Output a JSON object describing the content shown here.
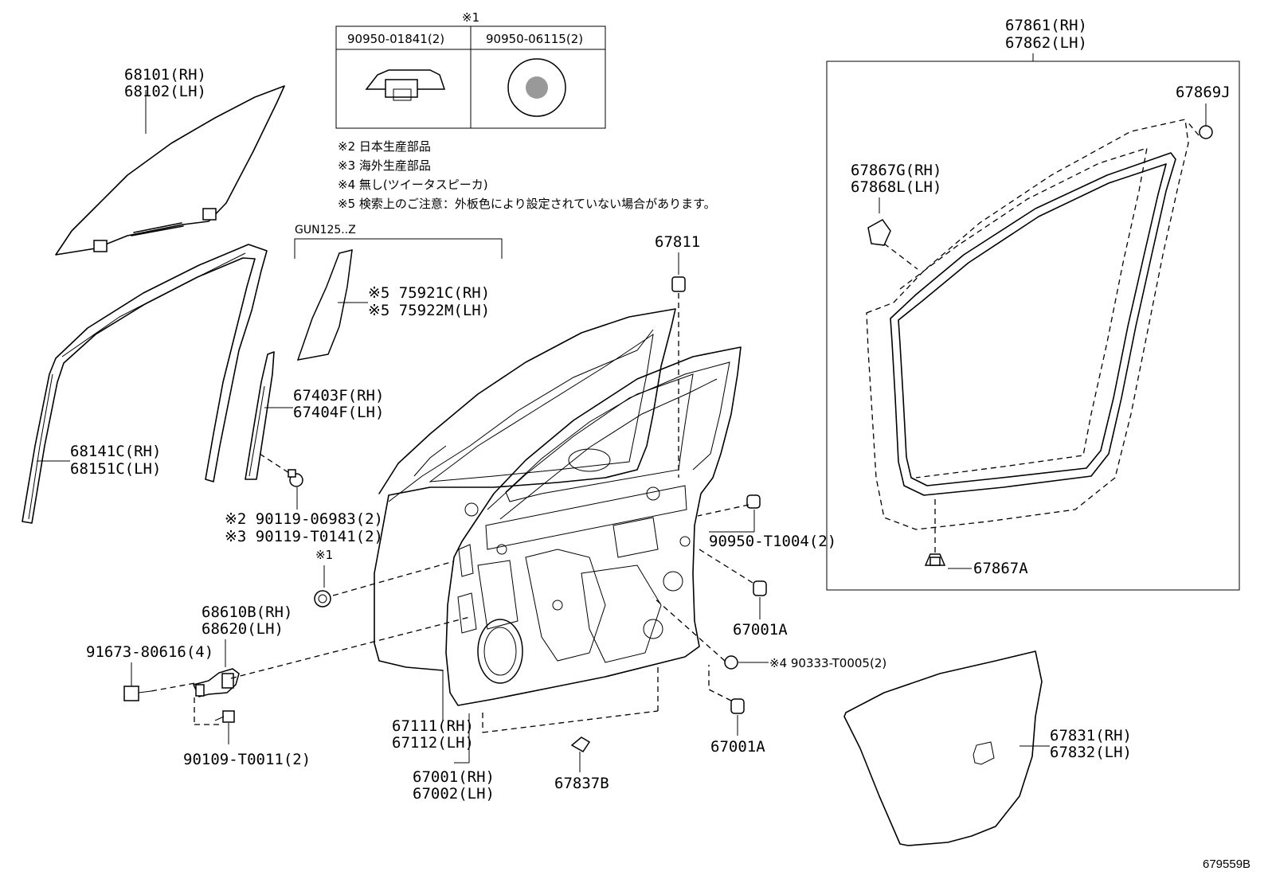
{
  "labels": {
    "glass": [
      "68101(RH)",
      "68102(LH)"
    ],
    "run_channel": [
      "68141C(RH)",
      "68151C(LH)"
    ],
    "division_bar": [
      "67403F(RH)",
      "67404F(LH)"
    ],
    "screw_1": [
      "※2 90119-06983(2)",
      "※3 90119-T0141(2)"
    ],
    "note1_mark": "※1",
    "hinge": [
      "68610B(RH)",
      "68620(LH)"
    ],
    "hinge_bolt": "91673-80616(4)",
    "hinge_bolt2": "90109-T0011(2)",
    "door_panel": [
      "67111(RH)",
      "67112(LH)"
    ],
    "door_assy": [
      "67001(RH)",
      "67002(LH)"
    ],
    "clip_b": "67837B",
    "pillar_cap_group": "GUN125..Z",
    "pillar_cap": [
      "※5 75921C(RH)",
      "※5 75922M(LH)"
    ],
    "cushion": "67811",
    "plug_1": "90950-T1004(2)",
    "clip_a_upper": "67001A",
    "seal_hole": "※4 90333-T0005(2)",
    "clip_a_lower": "67001A",
    "weatherstrip": [
      "67861(RH)",
      "67862(LH)"
    ],
    "ws_clip_j": "67869J",
    "ws_clip_g": [
      "67867G(RH)",
      "67868L(LH)"
    ],
    "ws_clip_a": "67867A",
    "service_hole_cover": [
      "67831(RH)",
      "67832(LH)"
    ],
    "ref_number": "679559B"
  },
  "inset_table": {
    "mark": "※1",
    "col1": "90950-01841(2)",
    "col2": "90950-06115(2)"
  },
  "notes": [
    "※2 日本生産部品",
    "※3 海外生産部品",
    "※4 無し(ツイータスピーカ)",
    "※5 検索上のご注意：外板色により設定されていない場合があります。"
  ]
}
